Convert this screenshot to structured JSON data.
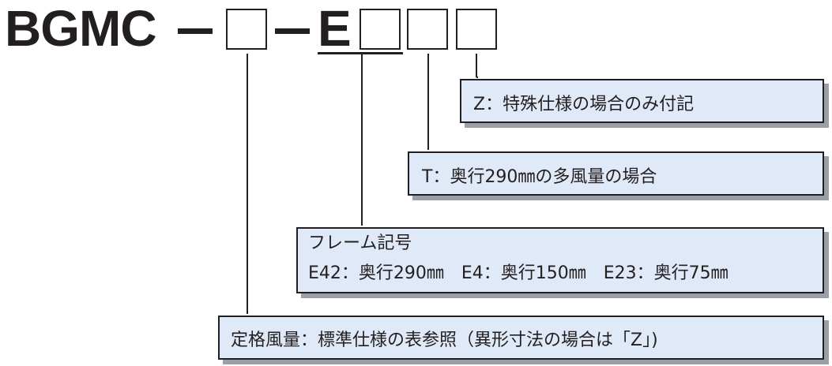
{
  "code": {
    "prefix": "BGMC",
    "frame_letter": "E"
  },
  "options": {
    "special": "Z：特殊仕様の場合のみ付記",
    "depth": "T：奥行290㎜の多風量の場合",
    "frame_title": "フレーム記号",
    "frame_values": "E42：奥行290㎜　E4：奥行150㎜　E23：奥行75㎜",
    "rated_airflow": "定格風量：標準仕様の表参照（異形寸法の場合は「Z」)"
  },
  "colors": {
    "box_fill": "#dfe9f7",
    "box_shadow": "#9aa0a8",
    "ink": "#231f20"
  }
}
